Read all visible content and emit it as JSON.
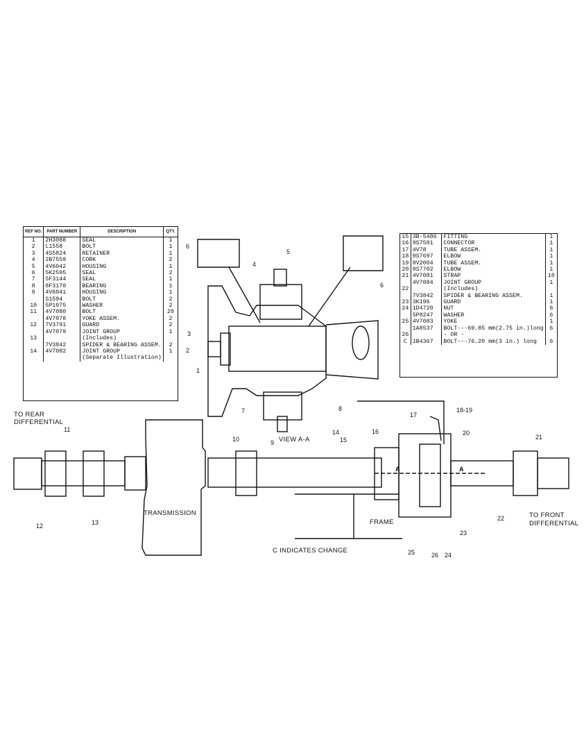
{
  "left_table": {
    "headers": {
      "ref": "REF NO.",
      "part": "PART NUMBER",
      "desc": "DESCRIPTION",
      "qty": "QTY."
    },
    "rows": [
      {
        "ref": "1",
        "part": "2H3088",
        "desc": "SEAL",
        "qty": "1"
      },
      {
        "ref": "2",
        "part": "L1558",
        "desc": "BOLT",
        "qty": "1"
      },
      {
        "ref": "3",
        "part": "4S5824",
        "desc": "RETAINER",
        "qty": "1"
      },
      {
        "ref": "4",
        "part": "2B7559",
        "desc": "CORK",
        "qty": "2"
      },
      {
        "ref": "5",
        "part": "4V6042",
        "desc": "HOUSING",
        "qty": "1"
      },
      {
        "ref": "6",
        "part": "5K2595",
        "desc": "SEAL",
        "qty": "2"
      },
      {
        "ref": "7",
        "part": "5F3144",
        "desc": "SEAL",
        "qty": "1"
      },
      {
        "ref": "8",
        "part": "8F3170",
        "desc": "BEARING",
        "qty": "1"
      },
      {
        "ref": "9",
        "part": "4V6041",
        "desc": "HOUSING",
        "qty": "1"
      },
      {
        "ref": "",
        "part": "S1594",
        "desc": "BOLT",
        "qty": "2"
      },
      {
        "ref": "10",
        "part": "5P1075",
        "desc": "WASHER",
        "qty": "2"
      },
      {
        "ref": "11",
        "part": "4V7080",
        "desc": "BOLT",
        "qty": "20"
      },
      {
        "ref": "",
        "part": "4V7078",
        "desc": "YOKE ASSEM.",
        "qty": "2"
      },
      {
        "ref": "12",
        "part": "7V3791",
        "desc": "GUARD",
        "qty": "2"
      },
      {
        "ref": "",
        "part": "4V7079",
        "desc": "JOINT GROUP",
        "qty": "1"
      },
      {
        "ref": "13",
        "part": "",
        "desc": "(Includes)",
        "qty": ""
      },
      {
        "ref": "",
        "part": "7V3842",
        "desc": "SPIDER & BEARING ASSEM.",
        "qty": "2"
      },
      {
        "ref": "14",
        "part": "4V7082",
        "desc": "JOINT GROUP",
        "qty": "1"
      },
      {
        "ref": "",
        "part": "",
        "desc": "(Separate Illustration)",
        "qty": ""
      }
    ]
  },
  "right_table": {
    "rows": [
      {
        "ref": "15",
        "part": "3B-5486",
        "desc": "FITTING",
        "qty": "1"
      },
      {
        "ref": "16",
        "part": "9S7581",
        "desc": "CONNECTOR",
        "qty": "1"
      },
      {
        "ref": "17",
        "part": "4V78",
        "desc": "TUBE ASSEM.",
        "qty": "1"
      },
      {
        "ref": "18",
        "part": "9S7697",
        "desc": "ELBOW",
        "qty": "1"
      },
      {
        "ref": "19",
        "part": "8V2004",
        "desc": "TUBE ASSEM.",
        "qty": "1"
      },
      {
        "ref": "20",
        "part": "9S7702",
        "desc": "ELBOW",
        "qty": "1"
      },
      {
        "ref": "21",
        "part": "4V7081",
        "desc": "STRAP",
        "qty": "10"
      },
      {
        "ref": "",
        "part": "4V7084",
        "desc": "JOINT GROUP",
        "qty": "1"
      },
      {
        "ref": "22",
        "part": "",
        "desc": "(Includes)",
        "qty": ""
      },
      {
        "ref": "",
        "part": "7V3842",
        "desc": "SPIDER & BEARING ASSEM.",
        "qty": "1"
      },
      {
        "ref": "23",
        "part": "3K196",
        "desc": "GUARD",
        "qty": "1"
      },
      {
        "ref": "24",
        "part": "1D4720",
        "desc": "NUT",
        "qty": "6"
      },
      {
        "ref": "",
        "part": "5P8247",
        "desc": "WASHER",
        "qty": "6"
      },
      {
        "ref": "25",
        "part": "4V7083",
        "desc": "YOKE",
        "qty": "1"
      },
      {
        "ref": "",
        "part": "1A8537",
        "desc": "BOLT---69.85 mm(2.75 in.)long",
        "qty": "6"
      },
      {
        "ref": "26",
        "part": "",
        "desc": "- OR -",
        "qty": ""
      },
      {
        "ref": "C",
        "part": "1B4367",
        "desc": "BOLT---76.20 mm(3 in.) long",
        "qty": "6"
      }
    ]
  },
  "labels": {
    "to_rear": "TO REAR",
    "differential_rear": "DIFFERENTIAL",
    "transmission": "TRANSMISSION",
    "view_aa": "VIEW A-A",
    "frame": "FRAME",
    "to_front": "TO FRONT",
    "differential_front": "DIFFERENTIAL",
    "change_note": "C INDICATES CHANGE",
    "section_a_left": "A",
    "section_a_right": "A"
  },
  "callouts": [
    "1",
    "2",
    "3",
    "4",
    "5",
    "6",
    "6",
    "7",
    "8",
    "9",
    "10",
    "11",
    "12",
    "13",
    "14",
    "15",
    "16",
    "17",
    "18-19",
    "20",
    "21",
    "22",
    "23",
    "24",
    "25",
    "26"
  ]
}
